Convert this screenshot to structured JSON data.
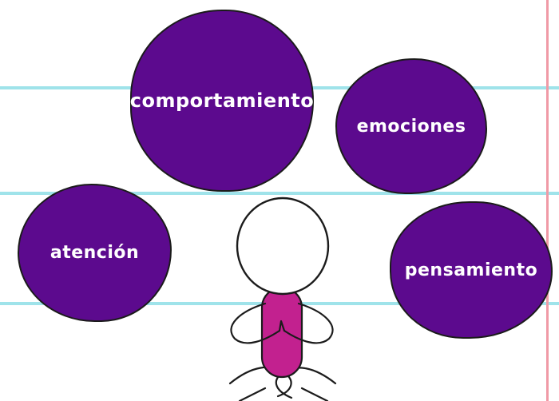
{
  "concepts": {
    "behavior": "comportamiento",
    "emotions": "emociones",
    "attention": "atención",
    "thinking": "pensamiento"
  },
  "colors": {
    "bubble": "#5c0a8e",
    "torso": "#c2218f",
    "rule_lines": "#9fe3ea",
    "margin_line": "#f09aa6",
    "paper": "#ffffff"
  }
}
